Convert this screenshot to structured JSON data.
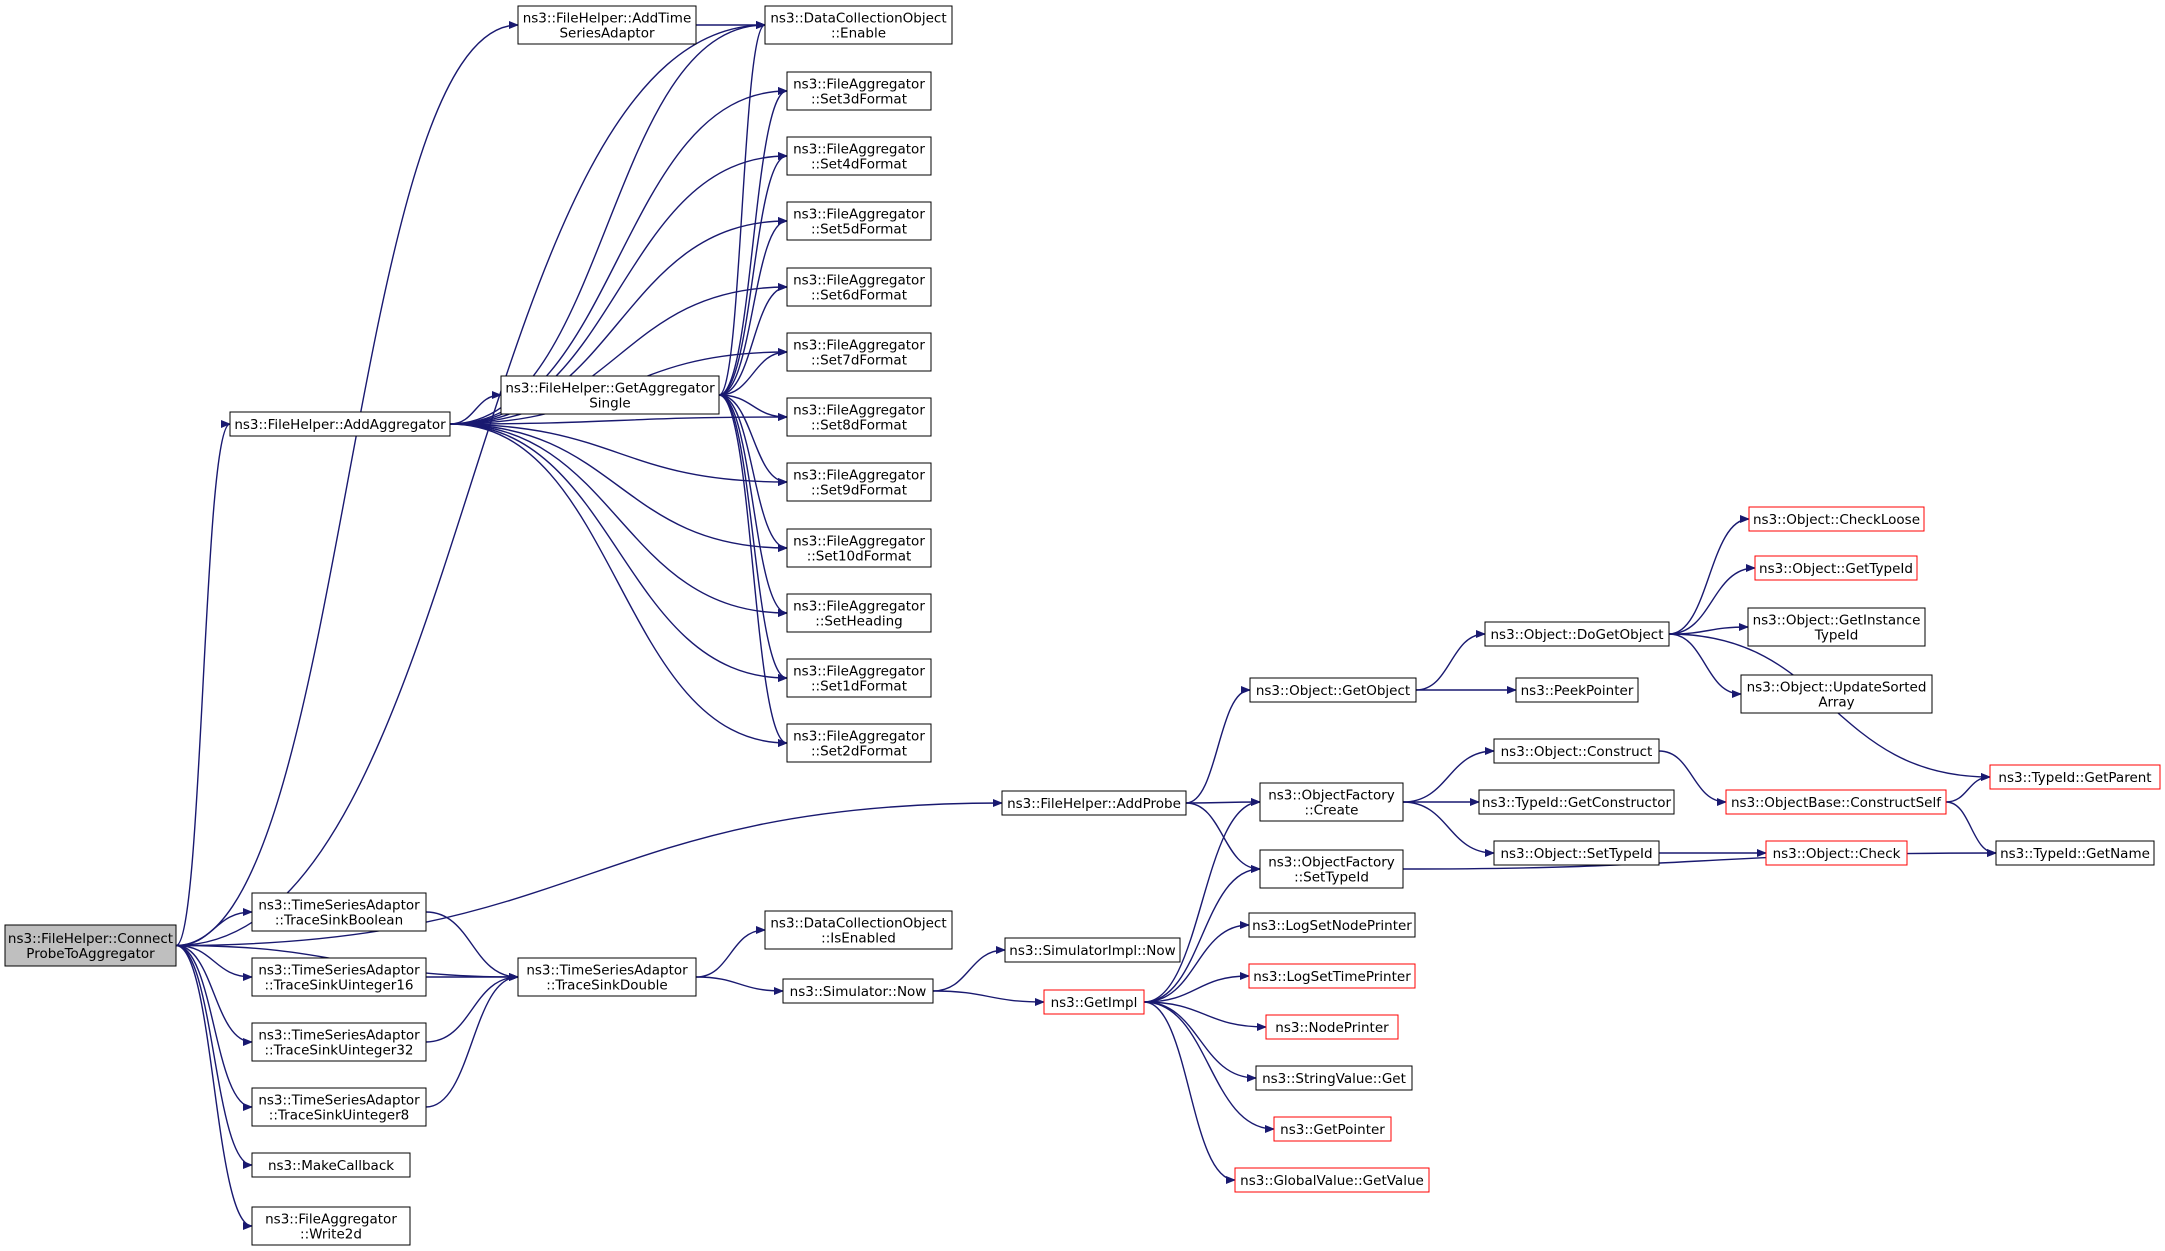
{
  "colors": {
    "edge": "#191970",
    "node_border": "#000000",
    "node_border_truncated": "#ff0000",
    "root_fill": "#bfbfbf",
    "node_fill": "#ffffff"
  },
  "nodes": [
    {
      "id": "root",
      "lines": [
        "ns3::FileHelper::Connect",
        "ProbeToAggregator"
      ],
      "style": "root"
    },
    {
      "id": "addTS",
      "lines": [
        "ns3::FileHelper::AddTime",
        "SeriesAdaptor"
      ],
      "style": "normal"
    },
    {
      "id": "dcoEnable",
      "lines": [
        "ns3::DataCollectionObject",
        "::Enable"
      ],
      "style": "normal"
    },
    {
      "id": "set3d",
      "lines": [
        "ns3::FileAggregator",
        "::Set3dFormat"
      ],
      "style": "normal"
    },
    {
      "id": "set4d",
      "lines": [
        "ns3::FileAggregator",
        "::Set4dFormat"
      ],
      "style": "normal"
    },
    {
      "id": "set5d",
      "lines": [
        "ns3::FileAggregator",
        "::Set5dFormat"
      ],
      "style": "normal"
    },
    {
      "id": "set6d",
      "lines": [
        "ns3::FileAggregator",
        "::Set6dFormat"
      ],
      "style": "normal"
    },
    {
      "id": "set7d",
      "lines": [
        "ns3::FileAggregator",
        "::Set7dFormat"
      ],
      "style": "normal"
    },
    {
      "id": "set8d",
      "lines": [
        "ns3::FileAggregator",
        "::Set8dFormat"
      ],
      "style": "normal"
    },
    {
      "id": "set9d",
      "lines": [
        "ns3::FileAggregator",
        "::Set9dFormat"
      ],
      "style": "normal"
    },
    {
      "id": "set10d",
      "lines": [
        "ns3::FileAggregator",
        "::Set10dFormat"
      ],
      "style": "normal"
    },
    {
      "id": "setHeading",
      "lines": [
        "ns3::FileAggregator",
        "::SetHeading"
      ],
      "style": "normal"
    },
    {
      "id": "set1d",
      "lines": [
        "ns3::FileAggregator",
        "::Set1dFormat"
      ],
      "style": "normal"
    },
    {
      "id": "set2d",
      "lines": [
        "ns3::FileAggregator",
        "::Set2dFormat"
      ],
      "style": "normal"
    },
    {
      "id": "addAgg",
      "lines": [
        "ns3::FileHelper::AddAggregator"
      ],
      "style": "normal"
    },
    {
      "id": "getAgg",
      "lines": [
        "ns3::FileHelper::GetAggregator",
        "Single"
      ],
      "style": "normal"
    },
    {
      "id": "addProbe",
      "lines": [
        "ns3::FileHelper::AddProbe"
      ],
      "style": "normal"
    },
    {
      "id": "tsBool",
      "lines": [
        "ns3::TimeSeriesAdaptor",
        "::TraceSinkBoolean"
      ],
      "style": "normal"
    },
    {
      "id": "tsU16",
      "lines": [
        "ns3::TimeSeriesAdaptor",
        "::TraceSinkUinteger16"
      ],
      "style": "normal"
    },
    {
      "id": "tsU32",
      "lines": [
        "ns3::TimeSeriesAdaptor",
        "::TraceSinkUinteger32"
      ],
      "style": "normal"
    },
    {
      "id": "tsU8",
      "lines": [
        "ns3::TimeSeriesAdaptor",
        "::TraceSinkUinteger8"
      ],
      "style": "normal"
    },
    {
      "id": "makeCb",
      "lines": [
        "ns3::MakeCallback"
      ],
      "style": "normal"
    },
    {
      "id": "write2d",
      "lines": [
        "ns3::FileAggregator",
        "::Write2d"
      ],
      "style": "normal"
    },
    {
      "id": "tsDouble",
      "lines": [
        "ns3::TimeSeriesAdaptor",
        "::TraceSinkDouble"
      ],
      "style": "normal"
    },
    {
      "id": "dcoIsEnabled",
      "lines": [
        "ns3::DataCollectionObject",
        "::IsEnabled"
      ],
      "style": "normal"
    },
    {
      "id": "simNow",
      "lines": [
        "ns3::Simulator::Now"
      ],
      "style": "normal"
    },
    {
      "id": "simImplNow",
      "lines": [
        "ns3::SimulatorImpl::Now"
      ],
      "style": "normal"
    },
    {
      "id": "getImpl",
      "lines": [
        "ns3::GetImpl"
      ],
      "style": "truncated"
    },
    {
      "id": "objGetObject",
      "lines": [
        "ns3::Object::GetObject"
      ],
      "style": "normal"
    },
    {
      "id": "ofCreate",
      "lines": [
        "ns3::ObjectFactory",
        "::Create"
      ],
      "style": "normal"
    },
    {
      "id": "ofSetTypeId",
      "lines": [
        "ns3::ObjectFactory",
        "::SetTypeId"
      ],
      "style": "normal"
    },
    {
      "id": "logSetNode",
      "lines": [
        "ns3::LogSetNodePrinter"
      ],
      "style": "normal"
    },
    {
      "id": "logSetTime",
      "lines": [
        "ns3::LogSetTimePrinter"
      ],
      "style": "truncated"
    },
    {
      "id": "nodePrinter",
      "lines": [
        "ns3::NodePrinter"
      ],
      "style": "truncated"
    },
    {
      "id": "strGet",
      "lines": [
        "ns3::StringValue::Get"
      ],
      "style": "normal"
    },
    {
      "id": "getPointer",
      "lines": [
        "ns3::GetPointer"
      ],
      "style": "truncated"
    },
    {
      "id": "gvGetValue",
      "lines": [
        "ns3::GlobalValue::GetValue"
      ],
      "style": "truncated"
    },
    {
      "id": "doGetObject",
      "lines": [
        "ns3::Object::DoGetObject"
      ],
      "style": "normal"
    },
    {
      "id": "peekPointer",
      "lines": [
        "ns3::PeekPointer"
      ],
      "style": "normal"
    },
    {
      "id": "objConstruct",
      "lines": [
        "ns3::Object::Construct"
      ],
      "style": "normal"
    },
    {
      "id": "tidGetCtor",
      "lines": [
        "ns3::TypeId::GetConstructor"
      ],
      "style": "normal"
    },
    {
      "id": "objSetTypeId",
      "lines": [
        "ns3::Object::SetTypeId"
      ],
      "style": "normal"
    },
    {
      "id": "checkLoose",
      "lines": [
        "ns3::Object::CheckLoose"
      ],
      "style": "truncated"
    },
    {
      "id": "getTypeId",
      "lines": [
        "ns3::Object::GetTypeId"
      ],
      "style": "truncated"
    },
    {
      "id": "getInstTid",
      "lines": [
        "ns3::Object::GetInstance",
        "TypeId"
      ],
      "style": "normal"
    },
    {
      "id": "updSorted",
      "lines": [
        "ns3::Object::UpdateSorted",
        "Array"
      ],
      "style": "normal"
    },
    {
      "id": "obConstructSelf",
      "lines": [
        "ns3::ObjectBase::ConstructSelf"
      ],
      "style": "truncated"
    },
    {
      "id": "objCheck",
      "lines": [
        "ns3::Object::Check"
      ],
      "style": "truncated"
    },
    {
      "id": "tidGetParent",
      "lines": [
        "ns3::TypeId::GetParent"
      ],
      "style": "truncated"
    },
    {
      "id": "tidGetName",
      "lines": [
        "ns3::TypeId::GetName"
      ],
      "style": "normal"
    }
  ],
  "edges": [
    [
      "root",
      "addTS"
    ],
    [
      "root",
      "dcoEnable"
    ],
    [
      "root",
      "addAgg"
    ],
    [
      "root",
      "addProbe"
    ],
    [
      "root",
      "tsDouble"
    ],
    [
      "root",
      "tsBool"
    ],
    [
      "root",
      "tsU16"
    ],
    [
      "root",
      "tsU32"
    ],
    [
      "root",
      "tsU8"
    ],
    [
      "root",
      "makeCb"
    ],
    [
      "root",
      "write2d"
    ],
    [
      "addTS",
      "dcoEnable"
    ],
    [
      "addAgg",
      "dcoEnable"
    ],
    [
      "addAgg",
      "set3d"
    ],
    [
      "addAgg",
      "set4d"
    ],
    [
      "addAgg",
      "set5d"
    ],
    [
      "addAgg",
      "set6d"
    ],
    [
      "addAgg",
      "set7d"
    ],
    [
      "addAgg",
      "getAgg"
    ],
    [
      "addAgg",
      "set8d"
    ],
    [
      "addAgg",
      "set9d"
    ],
    [
      "addAgg",
      "set10d"
    ],
    [
      "addAgg",
      "setHeading"
    ],
    [
      "addAgg",
      "set1d"
    ],
    [
      "addAgg",
      "set2d"
    ],
    [
      "getAgg",
      "dcoEnable"
    ],
    [
      "getAgg",
      "set3d"
    ],
    [
      "getAgg",
      "set4d"
    ],
    [
      "getAgg",
      "set5d"
    ],
    [
      "getAgg",
      "set6d"
    ],
    [
      "getAgg",
      "set7d"
    ],
    [
      "getAgg",
      "set8d"
    ],
    [
      "getAgg",
      "set9d"
    ],
    [
      "getAgg",
      "set10d"
    ],
    [
      "getAgg",
      "setHeading"
    ],
    [
      "getAgg",
      "set1d"
    ],
    [
      "getAgg",
      "set2d"
    ],
    [
      "tsBool",
      "tsDouble"
    ],
    [
      "tsU16",
      "tsDouble"
    ],
    [
      "tsU32",
      "tsDouble"
    ],
    [
      "tsU8",
      "tsDouble"
    ],
    [
      "tsDouble",
      "dcoIsEnabled"
    ],
    [
      "tsDouble",
      "simNow"
    ],
    [
      "simNow",
      "simImplNow"
    ],
    [
      "simNow",
      "getImpl"
    ],
    [
      "addProbe",
      "objGetObject"
    ],
    [
      "addProbe",
      "ofCreate"
    ],
    [
      "addProbe",
      "ofSetTypeId"
    ],
    [
      "getImpl",
      "ofCreate"
    ],
    [
      "getImpl",
      "ofSetTypeId"
    ],
    [
      "getImpl",
      "logSetNode"
    ],
    [
      "getImpl",
      "logSetTime"
    ],
    [
      "getImpl",
      "nodePrinter"
    ],
    [
      "getImpl",
      "strGet"
    ],
    [
      "getImpl",
      "getPointer"
    ],
    [
      "getImpl",
      "gvGetValue"
    ],
    [
      "objGetObject",
      "doGetObject"
    ],
    [
      "objGetObject",
      "peekPointer"
    ],
    [
      "ofCreate",
      "objConstruct"
    ],
    [
      "ofCreate",
      "tidGetCtor"
    ],
    [
      "ofCreate",
      "objSetTypeId"
    ],
    [
      "ofSetTypeId",
      "tidGetName"
    ],
    [
      "doGetObject",
      "checkLoose"
    ],
    [
      "doGetObject",
      "getTypeId"
    ],
    [
      "doGetObject",
      "getInstTid"
    ],
    [
      "doGetObject",
      "updSorted"
    ],
    [
      "doGetObject",
      "tidGetParent"
    ],
    [
      "objConstruct",
      "obConstructSelf"
    ],
    [
      "objSetTypeId",
      "objCheck"
    ],
    [
      "obConstructSelf",
      "tidGetParent"
    ],
    [
      "obConstructSelf",
      "tidGetName"
    ]
  ]
}
